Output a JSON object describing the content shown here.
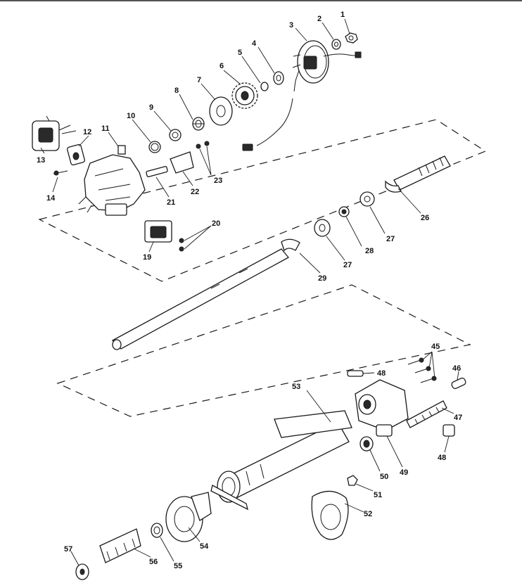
{
  "callouts": {
    "c1": "1",
    "c2": "2",
    "c3": "3",
    "c4": "4",
    "c5": "5",
    "c6": "6",
    "c7": "7",
    "c8": "8",
    "c9": "9",
    "c10": "10",
    "c11": "11",
    "c12": "12",
    "c13": "13",
    "c14": "14",
    "c19": "19",
    "c20": "20",
    "c21": "21",
    "c22": "22",
    "c23": "23",
    "c26": "26",
    "c27a": "27",
    "c27b": "27",
    "c28": "28",
    "c29": "29",
    "c45": "45",
    "c46": "46",
    "c47": "47",
    "c48a": "48",
    "c48b": "48",
    "c49": "49",
    "c50": "50",
    "c51": "51",
    "c52": "52",
    "c53": "53",
    "c54": "54",
    "c55": "55",
    "c56": "56",
    "c57": "57"
  },
  "colors": {
    "line": "#1a1a1a",
    "background": "#ffffff"
  }
}
